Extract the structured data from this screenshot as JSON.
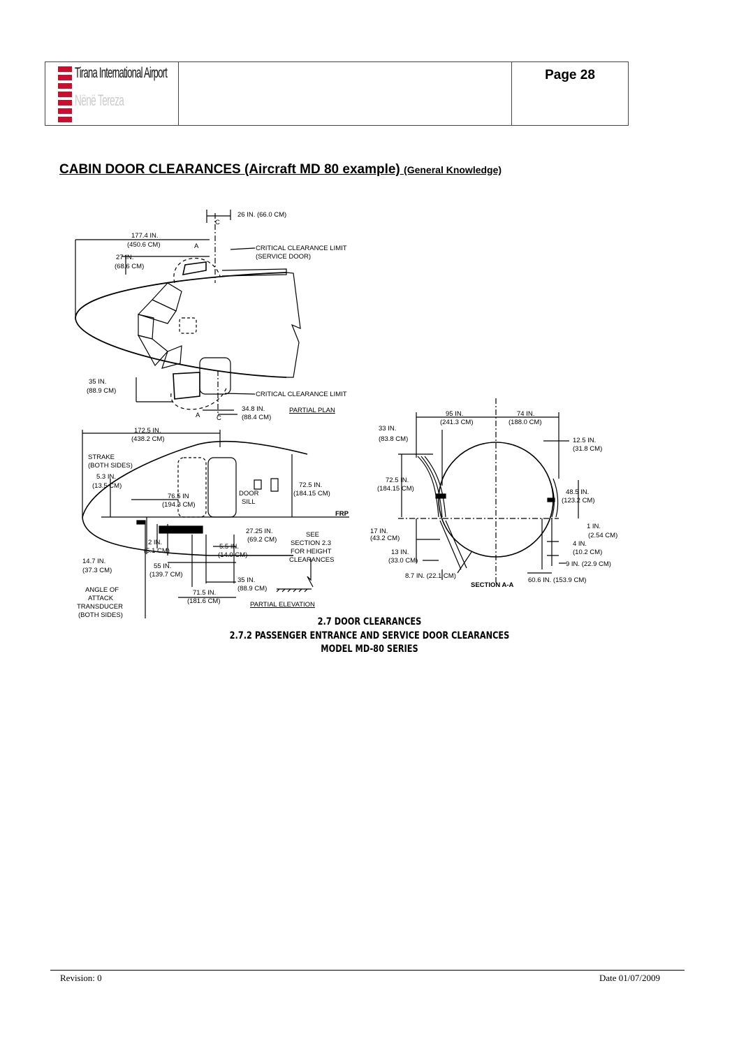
{
  "header": {
    "logo_name": "Tirana International Airport",
    "logo_sub": "Nënë Tereza",
    "page_label": "Page 28"
  },
  "title": {
    "main": "CABIN DOOR CLEARANCES (Aircraft MD 80 example)",
    "sub": "(General Knowledge)"
  },
  "figure": {
    "plan": {
      "dim_26": "26 IN. (66.0 CM)",
      "dim_177_a": "177.4 IN.",
      "dim_177_b": "(450.6 CM)",
      "dim_27_a": "27 IN.",
      "dim_27_b": "(68.6 CM)",
      "crit_service_a": "CRITICAL CLEARANCE LIMIT",
      "crit_service_b": "(SERVICE DOOR)",
      "dim_35_a": "35 IN.",
      "dim_35_b": "(88.9 CM)",
      "crit_pass": "CRITICAL CLEARANCE LIMIT",
      "dim_34_a": "34.8 IN.",
      "dim_34_b": "(88.4 CM)",
      "view_label": "PARTIAL PLAN",
      "section_a": "A",
      "centerline": "C",
      "centerline_sub": "L"
    },
    "elevation": {
      "dim_172_a": "172.5 IN.",
      "dim_172_b": "(438.2 CM)",
      "strake_a": "STRAKE",
      "strake_b": "(BOTH SIDES)",
      "dim_53_a": "5.3 IN.",
      "dim_53_b": "(13.5 CM)",
      "dim_765_a": "76.5 IN",
      "dim_765_b": "(194.3 CM)",
      "door_sill_a": "DOOR",
      "door_sill_b": "SILL",
      "dim_725_a": "72.5 IN.",
      "dim_725_b": "(184.15 CM)",
      "frp": "FRP",
      "dim_2_a": "2 IN.",
      "dim_2_b": "(5.1 CM)",
      "dim_2725_a": "27.25 IN.",
      "dim_2725_b": "(69.2 CM)",
      "dim_55_a": "5.5 IN.",
      "dim_55_b": "(14.0 CM)",
      "see_a": "SEE",
      "see_b": "SECTION 2.3",
      "see_c": "FOR HEIGHT",
      "see_d": "CLEARANCES",
      "dim_147_a": "14.7 IN.",
      "dim_147_b": "(37.3 CM)",
      "dim_55in_a": "55 IN.",
      "dim_55in_b": "(139.7 CM)",
      "dim_35e_a": "35 IN.",
      "dim_35e_b": "(88.9 CM)",
      "aoa_a": "ANGLE OF",
      "aoa_b": "ATTACK",
      "aoa_c": "TRANSDUCER",
      "aoa_d": "(BOTH SIDES)",
      "dim_715_a": "71.5 IN.",
      "dim_715_b": "(181.6 CM)",
      "view_label": "PARTIAL ELEVATION"
    },
    "section": {
      "dim_95_a": "95 IN.",
      "dim_95_b": "(241.3 CM)",
      "dim_74_a": "74 IN.",
      "dim_74_b": "(188.0 CM)",
      "dim_33_a": "33 IN.",
      "dim_33_b": "(83.8 CM)",
      "dim_125_a": "12.5 IN.",
      "dim_125_b": "(31.8 CM)",
      "dim_725_a": "72.5 IN.",
      "dim_725_b": "(184.15 CM)",
      "dim_485_a": "48.5 IN.",
      "dim_485_b": "(123.2 CM)",
      "dim_1_a": "1 IN.",
      "dim_1_b": "(2.54 CM)",
      "dim_17_a": "17 IN.",
      "dim_17_b": "(43.2 CM)",
      "dim_4_a": "4 IN.",
      "dim_4_b": "(10.2 CM)",
      "dim_13_a": "13 IN.",
      "dim_13_b": "(33.0 CM)",
      "dim_9": "9 IN. (22.9 CM)",
      "dim_87": "8.7 IN. (22.1 CM)",
      "view_label": "SECTION A-A",
      "dim_606": "60.6 IN. (153.9 CM)"
    }
  },
  "caption": {
    "line1": "2.7 DOOR CLEARANCES",
    "line2": "2.7.2  PASSENGER ENTRANCE AND SERVICE DOOR CLEARANCES",
    "line3": "MODEL MD-80 SERIES"
  },
  "footer": {
    "revision": "Revision: 0",
    "date": "Date 01/07/2009"
  }
}
